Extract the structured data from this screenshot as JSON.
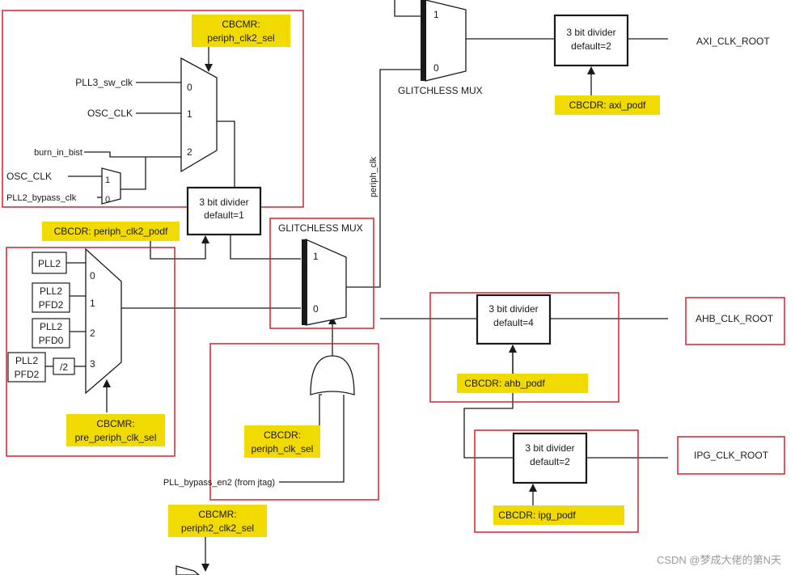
{
  "colors": {
    "highlight": "#f1da00",
    "highlight_border": "#d8c100",
    "region_border": "#d0222a",
    "line": "#1a1a1a",
    "watermark": "#9a9a9a"
  },
  "mux_inputs": {
    "pll3_sw_clk": "PLL3_sw_clk",
    "osc_clk": "OSC_CLK",
    "burn_in_bist": "burn_in_bist",
    "osc_clk_small": "OSC_CLK",
    "pll2_bypass_clk": "PLL2_bypass_clk",
    "periph_clk2_in0": "0",
    "periph_clk2_in1": "1",
    "periph_clk2_in2": "2",
    "small_in1": "1",
    "small_in0": "0"
  },
  "pre_periph": {
    "box1": [
      "PLL2"
    ],
    "box2": [
      "PLL2",
      "PFD2"
    ],
    "box3": [
      "PLL2",
      "PFD0"
    ],
    "box4": [
      "PLL2",
      "PFD2"
    ],
    "div2": "/2",
    "in0": "0",
    "in1": "1",
    "in2": "2",
    "in3": "3"
  },
  "highlights": {
    "periph_clk2_sel": [
      "CBCMR:",
      "periph_clk2_sel"
    ],
    "periph_clk2_podf": [
      "CBCDR: periph_clk2_podf"
    ],
    "pre_periph_clk_sel": [
      "CBCMR:",
      "pre_periph_clk_sel"
    ],
    "periph_clk_sel": [
      "CBCDR:",
      "periph_clk_sel"
    ],
    "periph2_clk2_sel": [
      "CBCMR:",
      "periph2_clk2_sel"
    ],
    "axi_podf": [
      "CBCDR: axi_podf"
    ],
    "ahb_podf": [
      "CBCDR: ahb_podf"
    ],
    "ipg_podf": [
      "CBCDR: ipg_podf"
    ]
  },
  "dividers": {
    "periph_clk2": [
      "3 bit divider",
      "default=1"
    ],
    "axi": [
      "3 bit divider",
      "default=2"
    ],
    "ahb": [
      "3 bit divider",
      "default=4"
    ],
    "ipg": [
      "3 bit divider",
      "default=2"
    ]
  },
  "glitchless": {
    "top_label": "GLITCHLESS MUX",
    "top_in1": "1",
    "top_in0": "0",
    "mid_label": "GLITCHLESS MUX",
    "mid_in1": "1",
    "mid_in0": "0"
  },
  "signals": {
    "periph_clk": "periph_clk",
    "pll_bypass": "PLL_bypass_en2 (from jtag)"
  },
  "roots": {
    "axi": "AXI_CLK_ROOT",
    "ahb": "AHB_CLK_ROOT",
    "ipg": "IPG_CLK_ROOT"
  },
  "watermark": "CSDN @梦成大佬的第N天"
}
